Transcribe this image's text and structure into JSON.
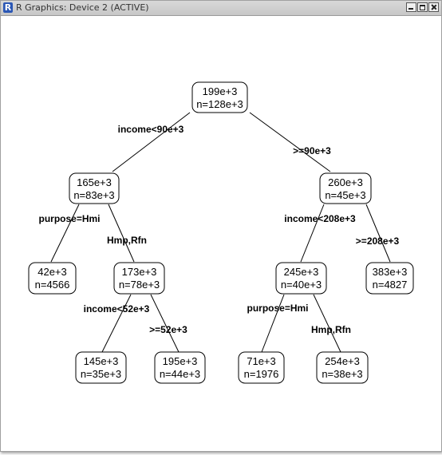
{
  "window": {
    "title": "R Graphics: Device 2 (ACTIVE)"
  },
  "tree": {
    "nodes": {
      "root": {
        "value": "199e+3",
        "n": "n=128e+3"
      },
      "n2": {
        "value": "165e+3",
        "n": "n=83e+3"
      },
      "n3": {
        "value": "260e+3",
        "n": "n=45e+3"
      },
      "n4": {
        "value": "42e+3",
        "n": "n=4566"
      },
      "n5": {
        "value": "173e+3",
        "n": "n=78e+3"
      },
      "n6": {
        "value": "245e+3",
        "n": "n=40e+3"
      },
      "n7": {
        "value": "383e+3",
        "n": "n=4827"
      },
      "n10": {
        "value": "145e+3",
        "n": "n=35e+3"
      },
      "n11": {
        "value": "195e+3",
        "n": "n=44e+3"
      },
      "n12": {
        "value": "71e+3",
        "n": "n=1976"
      },
      "n13": {
        "value": "254e+3",
        "n": "n=38e+3"
      }
    },
    "splits": {
      "root_left": "income<90e+3",
      "root_right": ">=90e+3",
      "n2_left": "purpose=Hmi",
      "n2_right": "Hmp,Rfn",
      "n3_left": "income<208e+3",
      "n3_right": ">=208e+3",
      "n5_left": "income<52e+3",
      "n5_right": ">=52e+3",
      "n6_left": "purpose=Hmi",
      "n6_right": "Hmp,Rfn"
    }
  }
}
